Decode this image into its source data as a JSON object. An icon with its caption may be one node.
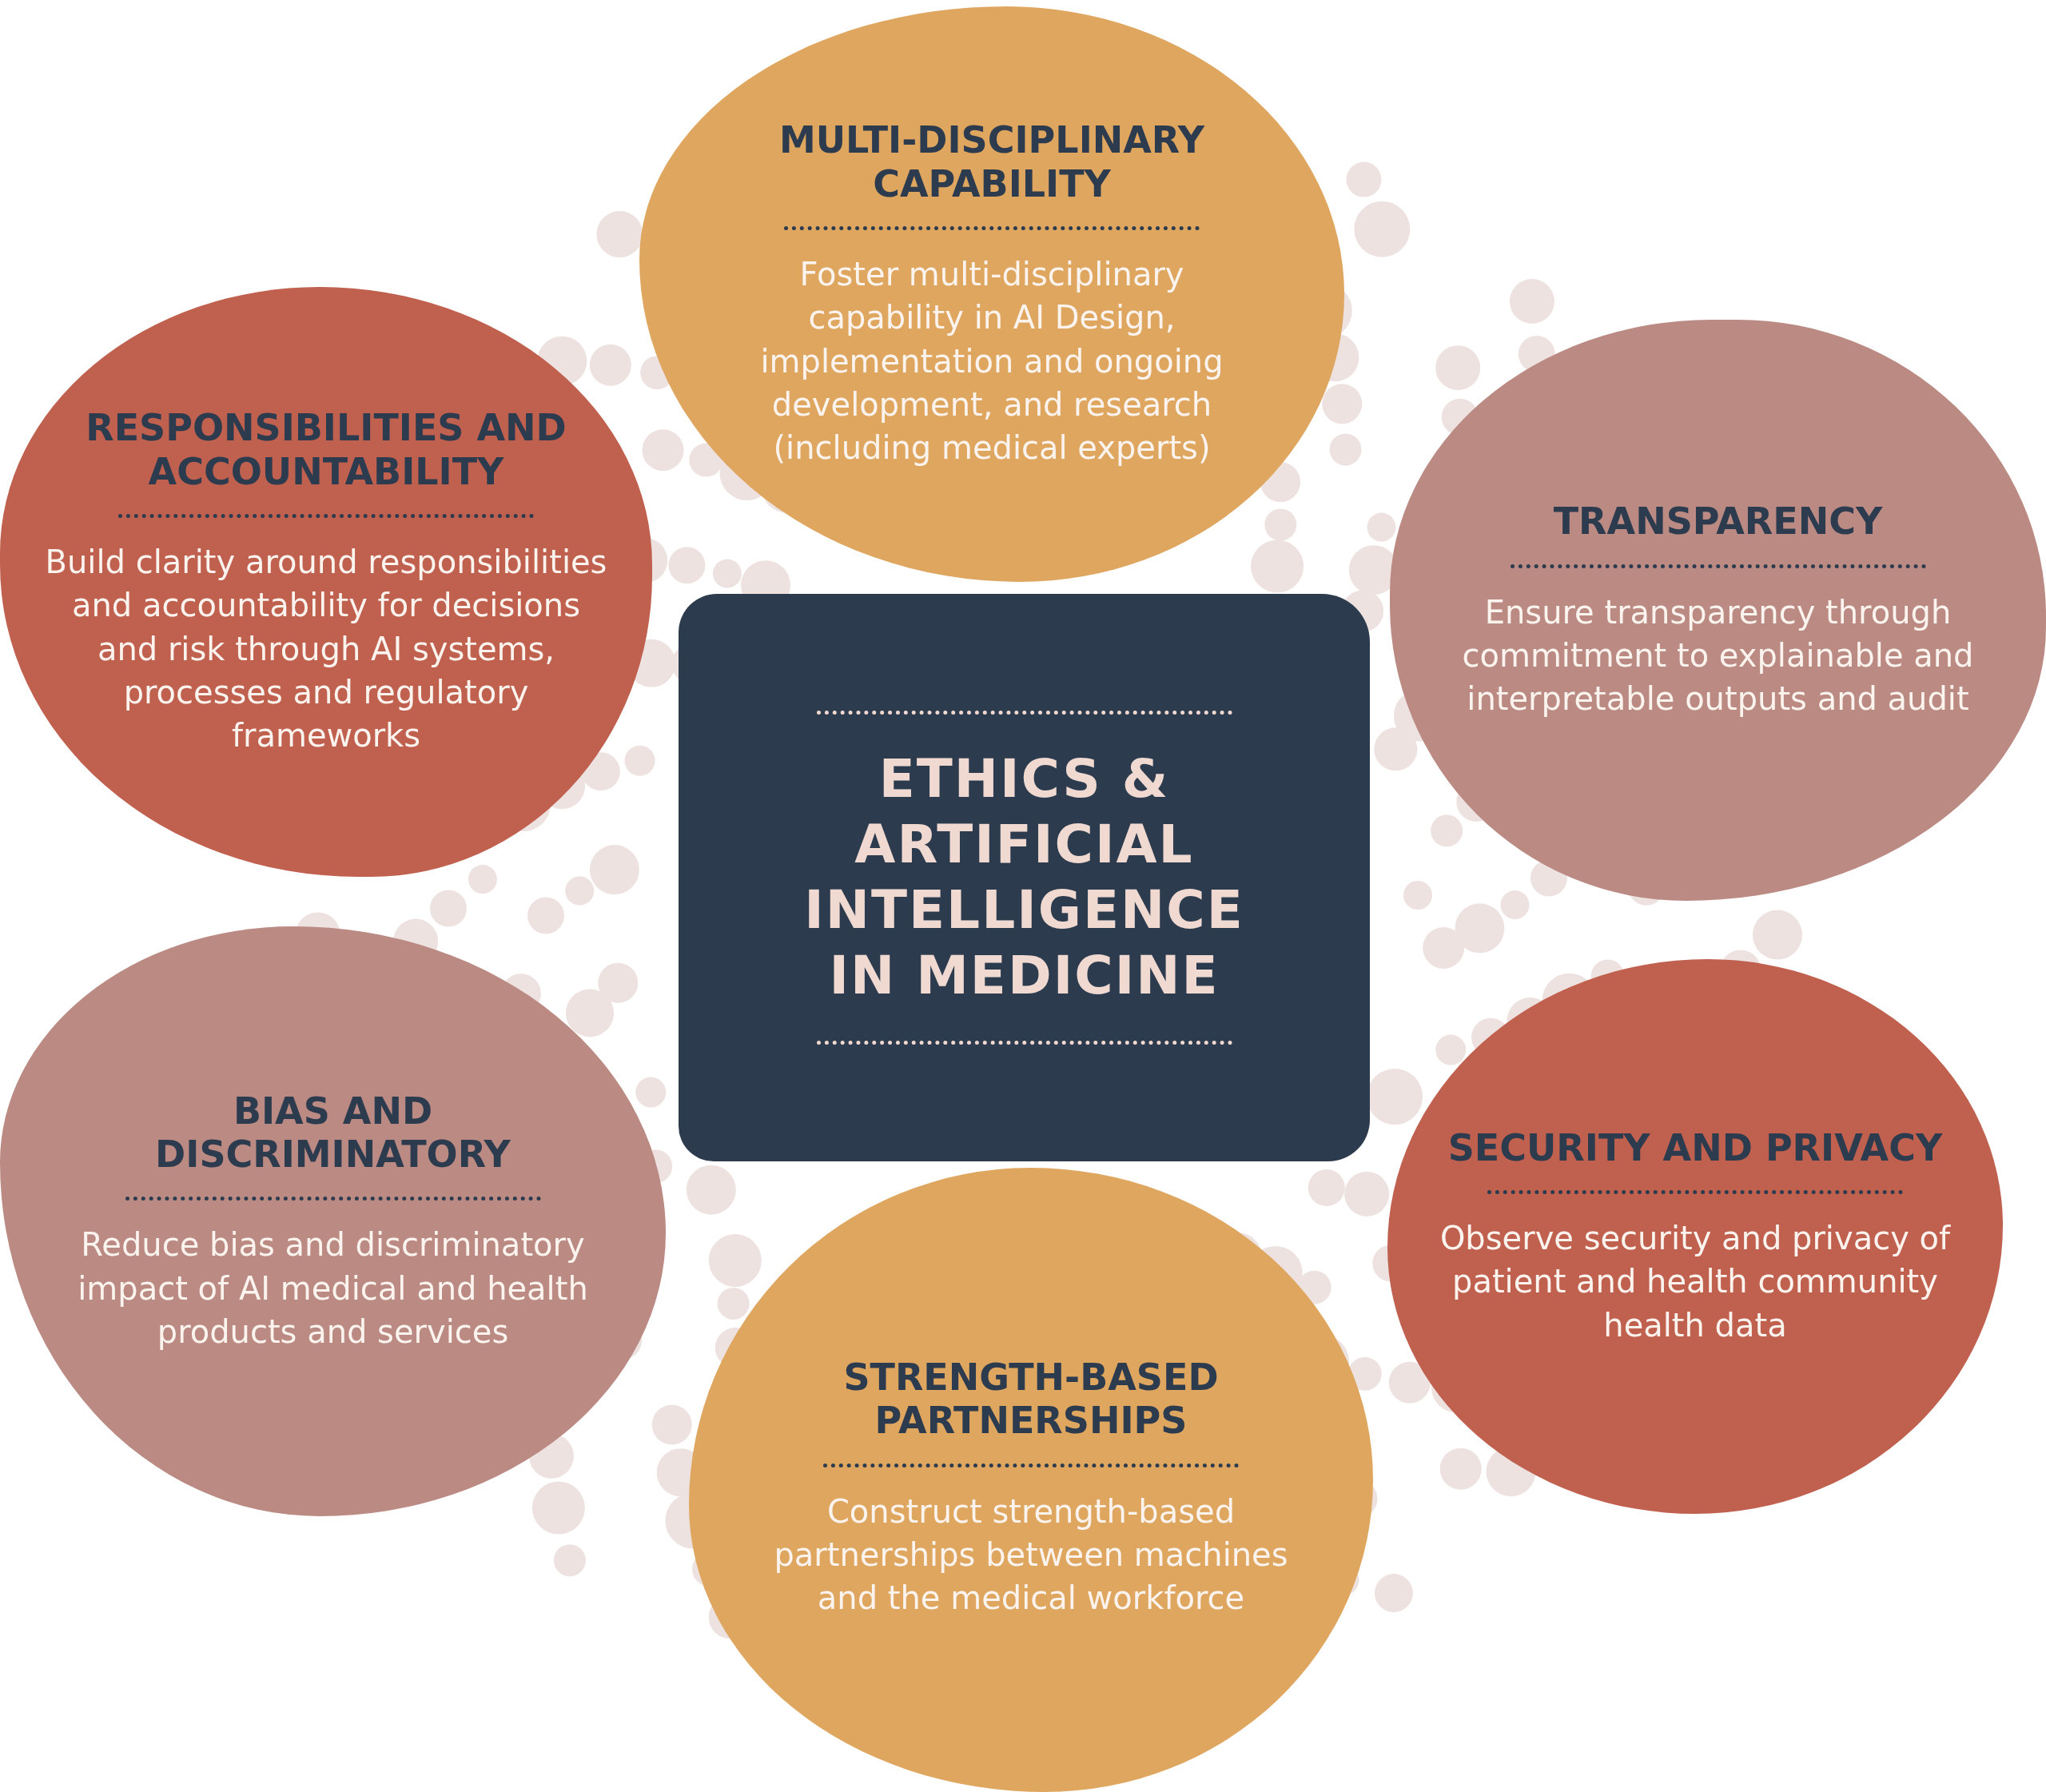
{
  "diagram": {
    "nodes": [
      {
        "text": [
          "MULTI-DISCIPLINARY CAPABILITY",
          "Foster multi-disciplinary capability in AI Design, implementation and ongoing development, and research (including medical experts)"
        ]
      },
      {
        "text": [
          "RESPONSIBILITIES AND ACCOUNTABILITY",
          "Build clarity around responsibilities and accountability for decisions and risk through AI systems, processes and regulatory frameworks"
        ]
      },
      {
        "text": [
          "TRANSPARENCY",
          "Ensure transparency through commitment to explainable and interpretable outputs and audit"
        ]
      },
      {
        "text": [
          "ETHICS & ARTIFICIAL INTELLIGENCE IN MEDICINE"
        ]
      },
      {
        "text": [
          "BIAS AND DISCRIMINATORY",
          "Reduce bias and discriminatory impact of AI medical and health products and services"
        ]
      },
      {
        "text": [
          "SECURITY AND PRIVACY",
          "Observe security and privacy of patient and health community health data"
        ]
      },
      {
        "text": [
          "STRENGTH-BASED PARTNERSHIPS",
          "Construct strength-based partnerships between machines and the medical workforce"
        ]
      }
    ],
    "edges": []
  }
}
